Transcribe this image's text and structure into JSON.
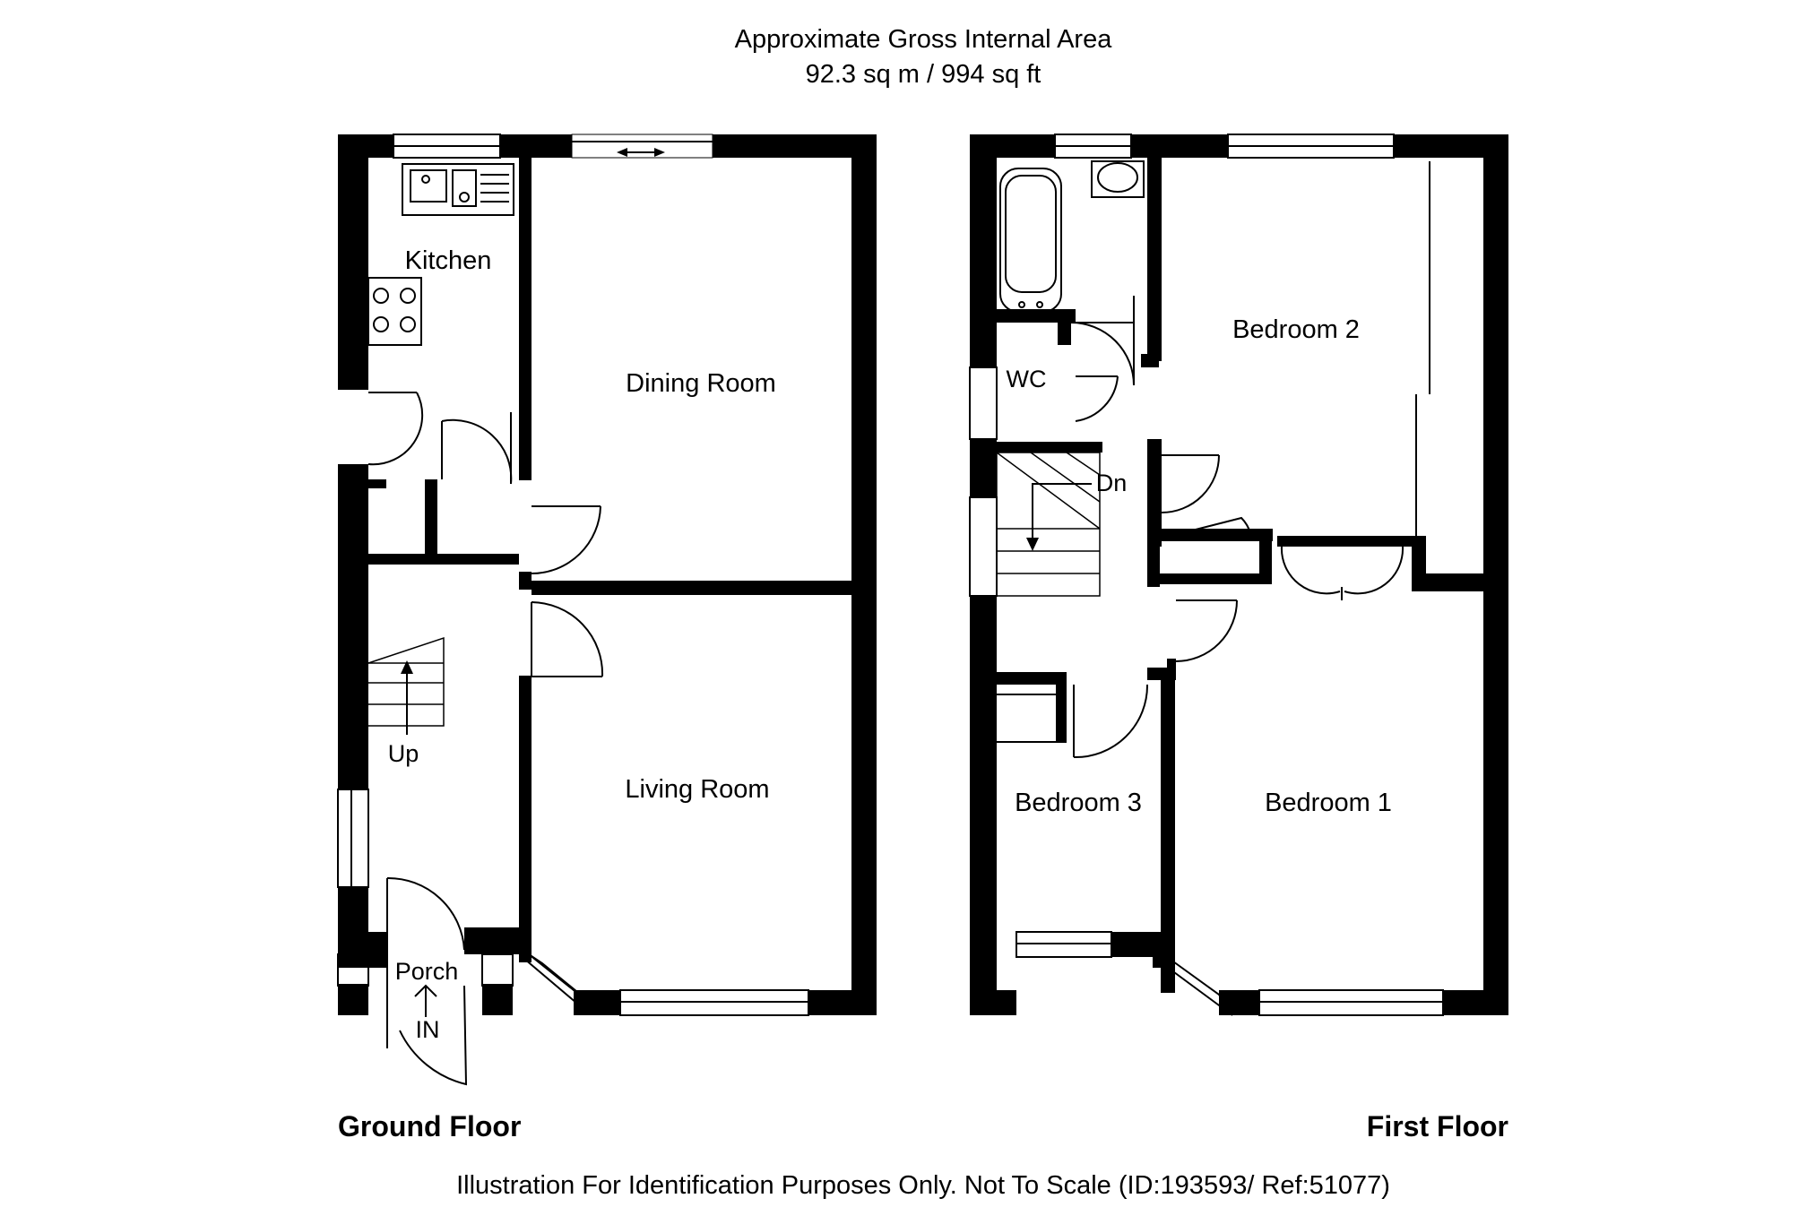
{
  "header": {
    "area_title": "Approximate Gross Internal Area",
    "area_value": "92.3 sq m / 994 sq ft"
  },
  "ground_floor": {
    "title": "Ground Floor",
    "rooms": {
      "kitchen": "Kitchen",
      "dining": "Dining Room",
      "living": "Living Room",
      "porch": "Porch"
    },
    "stairs_label": "Up",
    "entrance_label": "IN"
  },
  "first_floor": {
    "title": "First Floor",
    "rooms": {
      "bedroom1": "Bedroom 1",
      "bedroom2": "Bedroom 2",
      "bedroom3": "Bedroom 3",
      "wc": "WC"
    },
    "stairs_label": "Dn"
  },
  "footer": {
    "disclaimer": "Illustration For Identification Purposes Only. Not To Scale (ID:193593/ Ref:51077)"
  }
}
